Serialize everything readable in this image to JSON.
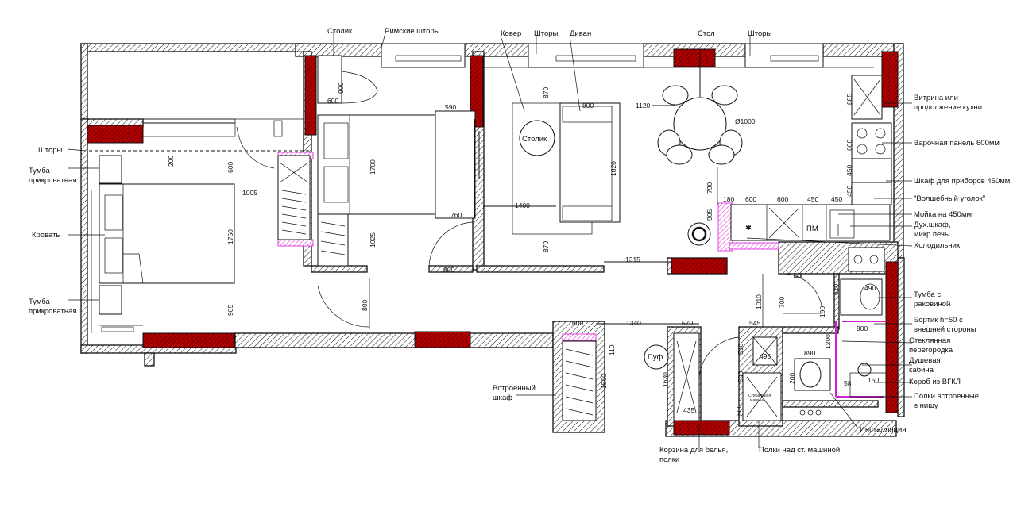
{
  "labels": {
    "stolik_top": "Столик",
    "rimskie_shtory": "Римские шторы",
    "kover": "Ковер",
    "shtory_1": "Шторы",
    "divan": "Диван",
    "stol": "Стол",
    "shtory_2": "Шторы",
    "shtory_left": "Шторы",
    "tumba_1": "Тумба",
    "tumba_1b": "прикроватная",
    "krovat": "Кровать",
    "tumba_2": "Тумба",
    "tumba_2b": "прикроватная",
    "vitrina_1": "Витрина или",
    "vitrina_2": "продолжение кухни",
    "varochnaya": "Варочная панель 600мм",
    "shkaf_priborov": "Шкаф для приборов 450мм",
    "volsh_ugolok": "\"Волшебный уголок\"",
    "moika": "Мойка на 450мм",
    "dukh_1": "Дух.шкаф,",
    "dukh_2": "микр.печь",
    "holodilnik": "Холодильник",
    "tumba_rak_1": "Тумба с",
    "tumba_rak_2": "раковиной",
    "bortik_1": "Бортик h=50 с",
    "bortik_2": "внешней стороны",
    "steklyannaya_1": "Стеклянная",
    "steklyannaya_2": "перегородка",
    "dush_1": "Душевая",
    "dush_2": "кабина",
    "korob": "Короб из ВГКЛ",
    "polki_1": "Полки встроенные",
    "polki_2": "в нишу",
    "installyaciya": "Инсталляция",
    "vstr_shkaf_1": "Встроенный",
    "vstr_shkaf_2": "шкаф",
    "korzina_1": "Корзина для белья,",
    "korzina_2": "полки",
    "polki_nad": "Полки над ст. машиной",
    "stolik_circle": "Столик",
    "puf": "Пуф",
    "pm": "ПМ",
    "stiralnaya_1": "Стиральная",
    "stiralnaya_2": "машина",
    "snowflake": "✱"
  },
  "dimensions": {
    "d900": "900",
    "d600": "600",
    "d590": "590",
    "d870": "870",
    "d800a": "800",
    "d1120": "1120",
    "d1000": "Ø1000",
    "d885": "885",
    "d600b": "600",
    "d450a": "450",
    "d450b": "450",
    "d200": "200",
    "d600c": "600",
    "d1700": "1700",
    "d1820": "1820",
    "d1005": "1005",
    "d790": "790",
    "d180": "180",
    "d600d": "600",
    "d450c": "450",
    "d450d": "450",
    "d905": "905",
    "d760": "760",
    "d1400": "1400",
    "d1750": "1750",
    "d1025": "1025",
    "d870b": "870",
    "d1315": "1315",
    "d800b": "800",
    "d800c": "800",
    "d905b": "905",
    "d1010": "1010",
    "d700": "700",
    "d610": "610",
    "d600e": "600",
    "d1340": "1340",
    "d570": "570",
    "d545": "545",
    "d100": "100",
    "d800d": "800",
    "d110": "110",
    "d1500": "1500",
    "d1630": "1630",
    "d510": "510",
    "d495": "495",
    "d890": "890",
    "d1200": "1200",
    "d500": "500",
    "d200b": "200",
    "d150": "150",
    "d58": "58",
    "d435": "435",
    "d600f": "600",
    "d600g": "600",
    "d490": "490"
  },
  "colors": {
    "wall_hatch": "#111111",
    "column_red": "#b00000",
    "accent_pink": "#e040e0"
  }
}
